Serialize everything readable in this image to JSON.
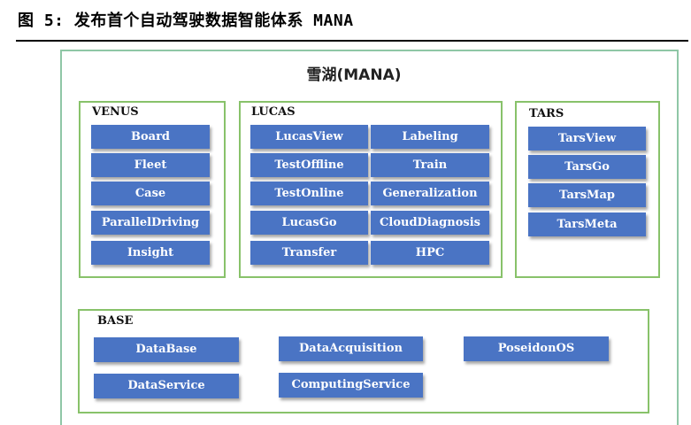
{
  "caption": "图 5: 发布首个自动驾驶数据智能体系 MANA",
  "system_title": "雪湖(MANA)",
  "colors": {
    "module_fill": "#4a74c4",
    "group_border": "#88c26a",
    "outer_border": "#8fc7a6"
  },
  "venus": {
    "label": "VENUS",
    "modules": [
      "Board",
      "Fleet",
      "Case",
      "ParallelDriving",
      "Insight"
    ]
  },
  "lucas": {
    "label": "LUCAS",
    "modules": [
      "LucasView",
      "Labeling",
      "TestOffline",
      "Train",
      "TestOnline",
      "Generalization",
      "LucasGo",
      "CloudDiagnosis",
      "Transfer",
      "HPC"
    ]
  },
  "tars": {
    "label": "TARS",
    "modules": [
      "TarsView",
      "TarsGo",
      "TarsMap",
      "TarsMeta"
    ]
  },
  "base": {
    "label": "BASE",
    "modules": [
      "DataBase",
      "DataAcquisition",
      "PoseidonOS",
      "DataService",
      "ComputingService"
    ]
  }
}
